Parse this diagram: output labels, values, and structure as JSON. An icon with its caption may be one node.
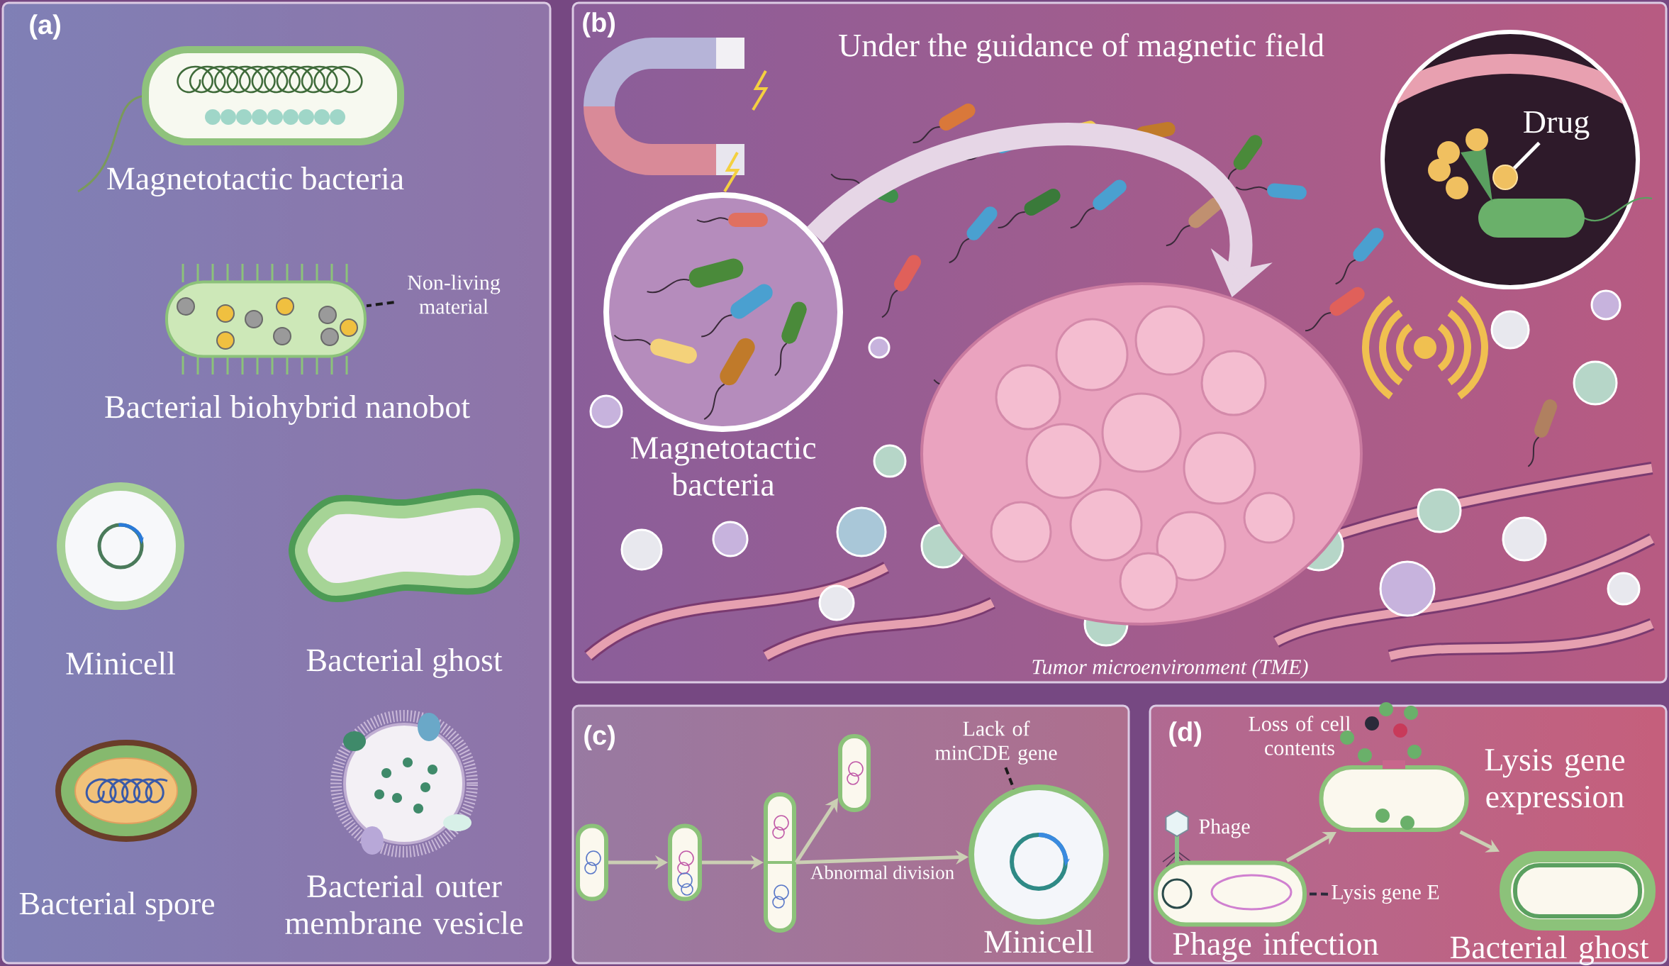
{
  "diagram": {
    "nodes": [
      {
        "text": [
          "Non-living material"
        ]
      },
      {
        "text": [],
        "shape": "picture"
      },
      {
        "text": [
          "Drug"
        ]
      },
      {
        "text": [],
        "shape": "circle"
      },
      {
        "text": [
          "Magnetotactic bacteria"
        ]
      },
      {
        "text": [],
        "shape": "picture"
      },
      {
        "text": [],
        "shape": "box"
      },
      {
        "text": [],
        "shape": "box"
      },
      {
        "text": [],
        "shape": "box"
      },
      {
        "text": [],
        "shape": "box"
      },
      {
        "text": [
          "Minicell"
        ]
      },
      {
        "text": [
          "Lack of minCDE gene"
        ]
      },
      {
        "text": [
          "Phage infection"
        ]
      },
      {
        "text": [],
        "shape": "box"
      },
      {
        "text": [
          "Bacterial ghost"
        ]
      },
      {
        "text": [
          "Lysis gene E"
        ]
      }
    ],
    "edges": [
      {
        "from": 0,
        "to": 1,
        "arrow": "none",
        "style": "dashed",
        "color": "#1a1a1a"
      },
      {
        "from": 2,
        "to": 3,
        "arrow": "none",
        "color": "#ffffff"
      },
      {
        "from": 4,
        "to": 5,
        "arrow": "to",
        "style": "thick",
        "color": "#e6d6e6"
      },
      {
        "from": 6,
        "to": 7,
        "arrow": "to"
      },
      {
        "from": 7,
        "to": 8,
        "arrow": "to"
      },
      {
        "from": 8,
        "to": 9,
        "arrow": "to"
      },
      {
        "from": 8,
        "to": 10,
        "arrow": "to",
        "label": "Abnormal division"
      },
      {
        "from": 11,
        "to": 10,
        "arrow": "none",
        "style": "dashed",
        "color": "#1a1a1a"
      },
      {
        "from": 12,
        "to": 13,
        "arrow": "to"
      },
      {
        "from": 13,
        "to": 14,
        "arrow": "to"
      },
      {
        "from": 15,
        "to": 12,
        "arrow": "none",
        "style": "dashed",
        "color": "#2a2a3a"
      }
    ],
    "labels": [
      "(a)",
      "Magnetotactic bacteria",
      "Bacterial biohybrid nanobot",
      "Minicell",
      "Bacterial ghost",
      "Bacterial spore",
      "Bacterial outer membrane vesicle",
      "(b)",
      "Under the guidance of magnetic field",
      "Tumor microenvironment (TME)",
      "(c)",
      "(d)",
      "Loss of cell contents",
      "Phage",
      "Lysis gene expression"
    ]
  }
}
